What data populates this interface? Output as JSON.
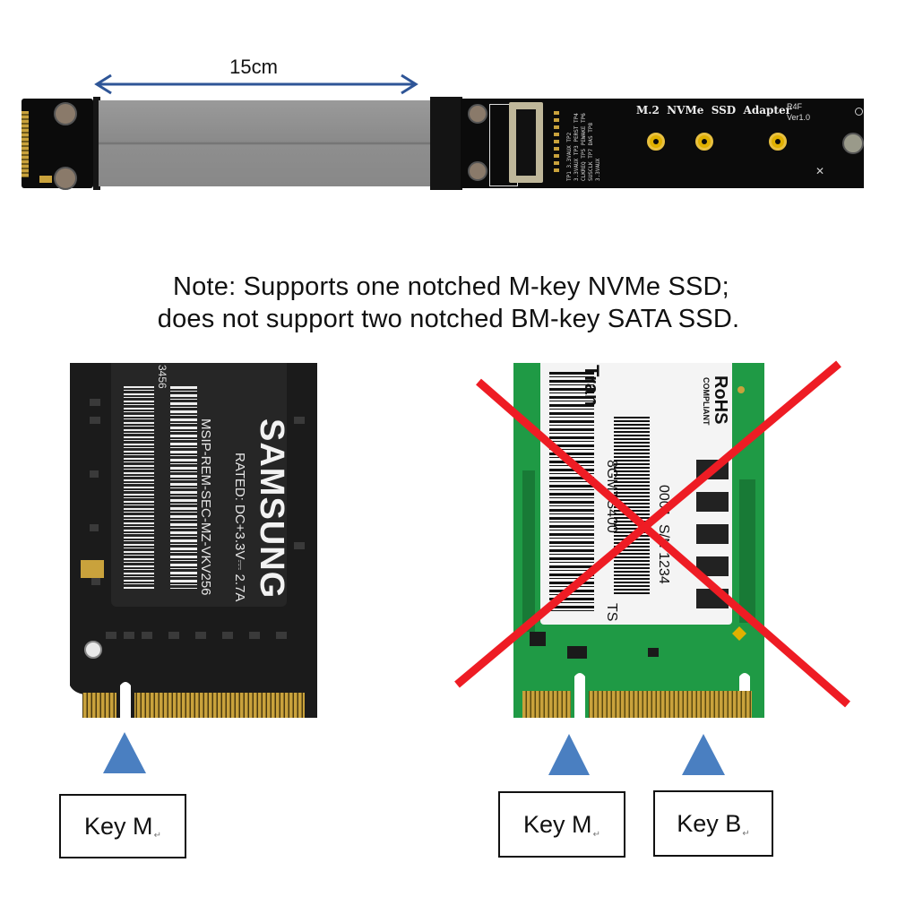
{
  "measurement": {
    "length_label": "15cm"
  },
  "adapter": {
    "title": "M.2  NVMe  SSD  Adapter",
    "revision": "R4F",
    "version": "Ver1.0",
    "silkscreen_lines": [
      "TP1 3.3VAUX",
      "TP2 3.3VAUX",
      "TP3 PERST",
      "TP4 CLKREQ",
      "TP5 PEWAKE",
      "TP6 SUSCLK",
      "TP7 DAS",
      "TP8 3.3VAUX"
    ]
  },
  "note": {
    "line1": "Note: Supports one notched M-key NVMe SSD;",
    "line2": "does not support two notched BM-key SATA SSD."
  },
  "nvme_ssd": {
    "brand": "SAMSUNG",
    "rating": "RATED: DC+3.3V⎓ 2.7A",
    "model": "MSIP-REM-SEC-MZ-VKV256",
    "serial_fragment": "3456",
    "key_label": "Key M"
  },
  "sata_ssd": {
    "brand": "Tran",
    "model_fragment": "TS",
    "model_rest": "8GMTS400",
    "serial_label": "S/N 1234",
    "serial_rest": "0001",
    "rohs": "RoHS",
    "compliant": "COMPLIANT",
    "key_m_label": "Key M",
    "key_b_label": "Key B",
    "cross_color": "#ee1c24"
  },
  "colors": {
    "arrow": "#2e5597",
    "triangle": "#4a7fc1",
    "gold": "#c9a23c",
    "green_pcb": "#1f9a45"
  }
}
